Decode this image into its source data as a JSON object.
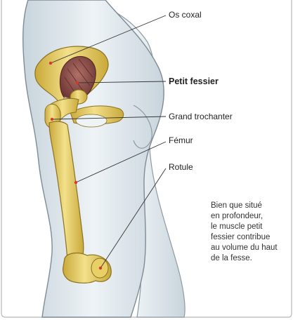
{
  "diagram": {
    "labels": {
      "os_coxal": "Os coxal",
      "petit_fessier": "Petit fessier",
      "grand_trochanter": "Grand trochanter",
      "femur": "Fémur",
      "rotule": "Rotule"
    },
    "caption": {
      "lines": [
        "Bien que situé",
        "en profondeur,",
        "le muscle petit",
        "fessier contribue",
        "au volume du haut",
        "de la fesse."
      ]
    },
    "colors": {
      "bone": "#e6cf62",
      "bone_shadow": "#c9a93a",
      "muscle": "#8a4a44",
      "body_tint": "#dde6ec",
      "body_outline": "#8e9aa3",
      "leader_line": "#333333",
      "point_marker": "#d43a2f"
    }
  }
}
